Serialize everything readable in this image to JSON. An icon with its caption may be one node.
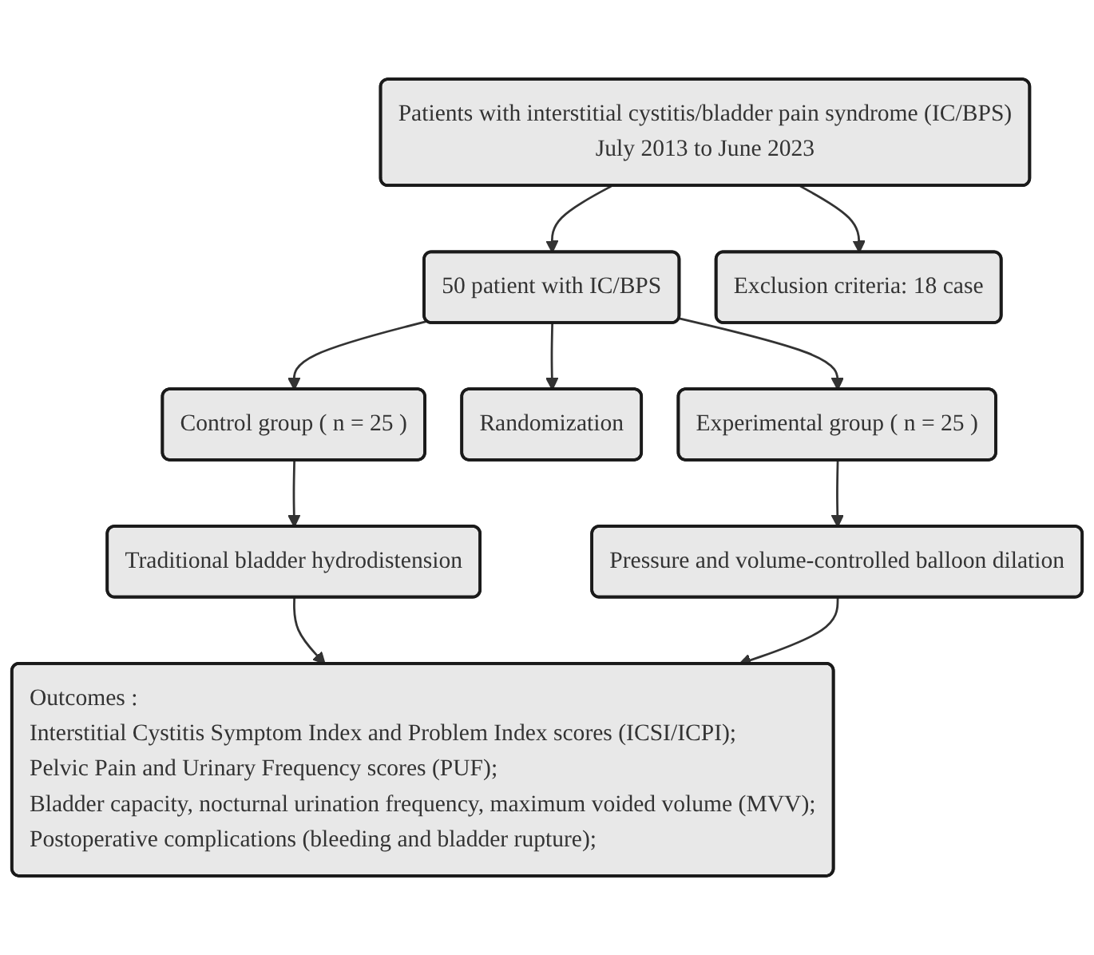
{
  "diagram": {
    "nodes": [
      {
        "text": [
          "Patients with interstitial cystitis/bladder pain syndrome (IC/BPS)",
          "July 2013 to June 2023"
        ]
      },
      {
        "text": [
          "Exclusion criteria: 18 case"
        ]
      },
      {
        "text": [
          "50 patient with IC/BPS"
        ]
      },
      {
        "text": [
          "Randomization"
        ]
      },
      {
        "text": [
          "Control group ( n = 25 )"
        ]
      },
      {
        "text": [
          "Experimental group ( n = 25 )"
        ]
      },
      {
        "text": [
          "Traditional bladder hydrodistension"
        ]
      },
      {
        "text": [
          "Pressure and volume-controlled balloon dilation"
        ]
      },
      {
        "text": [
          "Outcomes :",
          "Interstitial Cystitis Symptom Index and Problem Index scores (ICSI/ICPI);",
          "Pelvic Pain and Urinary Frequency scores (PUF);",
          "Bladder capacity, nocturnal urination frequency, maximum voided volume (MVV);",
          "Postoperative complications (bleeding and bladder rupture);"
        ]
      }
    ],
    "edges": [
      {
        "from": 0,
        "to": 2,
        "arrow": "to"
      },
      {
        "from": 0,
        "to": 1,
        "arrow": "to"
      },
      {
        "from": 2,
        "to": 4,
        "arrow": "to"
      },
      {
        "from": 2,
        "to": 3,
        "arrow": "to"
      },
      {
        "from": 2,
        "to": 5,
        "arrow": "to"
      },
      {
        "from": 4,
        "to": 6,
        "arrow": "to"
      },
      {
        "from": 5,
        "to": 7,
        "arrow": "to"
      },
      {
        "from": 6,
        "to": 8,
        "arrow": "to"
      },
      {
        "from": 7,
        "to": 8,
        "arrow": "to"
      }
    ]
  }
}
